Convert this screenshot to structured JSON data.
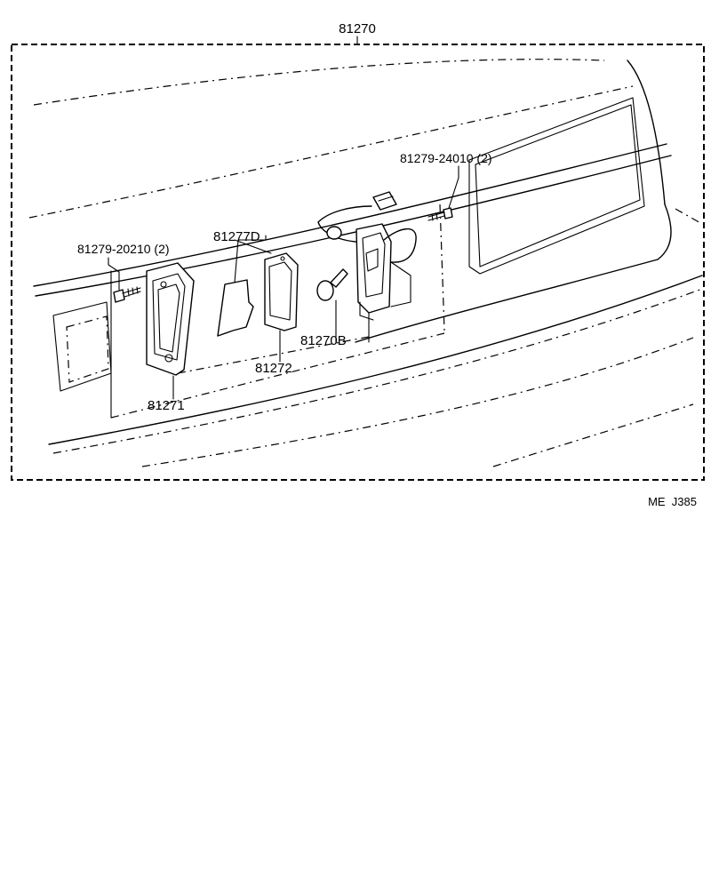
{
  "diagram": {
    "assembly_label": "81270",
    "part_labels": {
      "screw_left": "81279-20210 (2)",
      "gasket": "81277D",
      "lens": "81271",
      "lens_gasket": "81272",
      "bulb": "81270B",
      "screw_right": "81279-24010 (2)"
    },
    "drawing_code": "ME  J385"
  }
}
